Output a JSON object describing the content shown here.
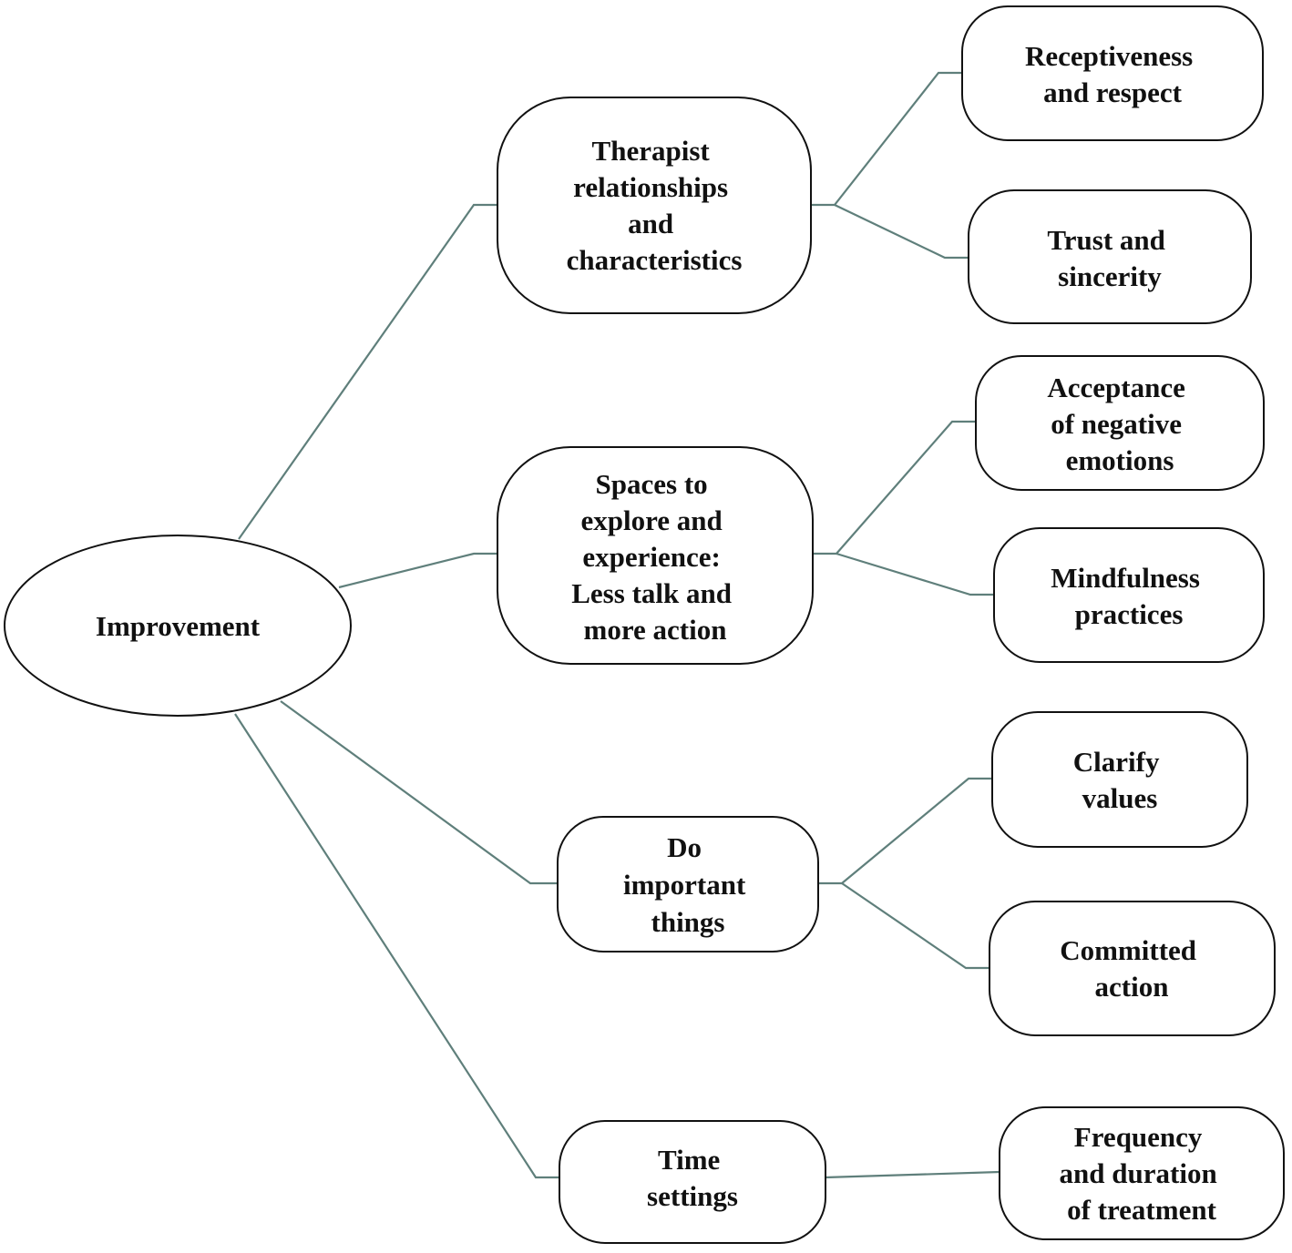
{
  "root": {
    "label": "Improvement"
  },
  "themes": [
    {
      "lines": [
        "Therapist",
        "relationships",
        "and",
        "characteristics"
      ],
      "subthemes": [
        {
          "lines": [
            "Receptiveness",
            "and respect"
          ]
        },
        {
          "lines": [
            "Trust and",
            "sincerity"
          ]
        }
      ]
    },
    {
      "lines": [
        "Spaces to",
        "explore and",
        "experience:",
        "Less talk and",
        "more action"
      ],
      "subthemes": [
        {
          "lines": [
            "Acceptance",
            "of negative",
            "emotions"
          ]
        },
        {
          "lines": [
            "Mindfulness",
            "practices"
          ]
        }
      ]
    },
    {
      "lines": [
        "Do",
        "important",
        "things"
      ],
      "subthemes": [
        {
          "lines": [
            "Clarify",
            "values"
          ]
        },
        {
          "lines": [
            "Committed",
            "action"
          ]
        }
      ]
    },
    {
      "lines": [
        "Time",
        "settings"
      ],
      "subthemes": [
        {
          "lines": [
            "Frequency",
            "and duration",
            "of treatment"
          ]
        }
      ]
    }
  ]
}
